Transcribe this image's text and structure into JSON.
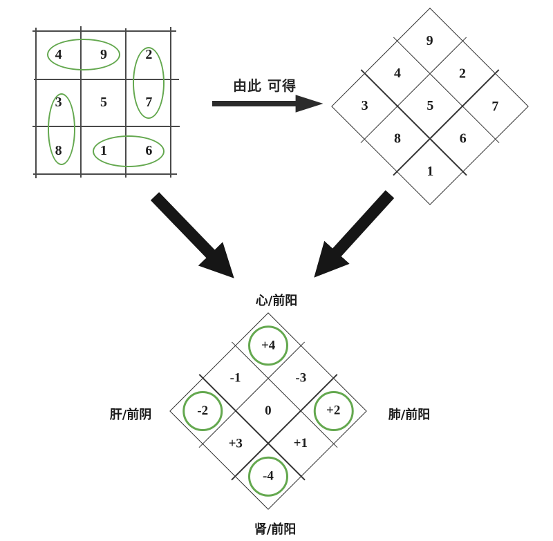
{
  "colors": {
    "highlight_green": "#64a84f",
    "grid_line": "#4a4a4a",
    "diamond_line": "#333333",
    "arrow_black": "#161616",
    "text_color": "#1c1c1c"
  },
  "magic_square": {
    "rows": [
      [
        "4",
        "9",
        "2"
      ],
      [
        "3",
        "5",
        "7"
      ],
      [
        "8",
        "1",
        "6"
      ]
    ],
    "circled_pairs": [
      "4-9",
      "2-7",
      "3-8",
      "1-6"
    ]
  },
  "transform_arrow": {
    "label": "由此 可得"
  },
  "rotated_square": {
    "display_rows": [
      [
        "9",
        "2",
        "7"
      ],
      [
        "4",
        "5",
        "6"
      ],
      [
        "3",
        "8",
        "1"
      ]
    ],
    "reading_top_to_bottom": [
      [
        "9"
      ],
      [
        "4",
        "2"
      ],
      [
        "3",
        "5",
        "7"
      ],
      [
        "8",
        "6"
      ],
      [
        "1"
      ]
    ]
  },
  "difference_diamond": {
    "display_rows": [
      [
        "+4",
        "-3",
        "+2"
      ],
      [
        "-1",
        "0",
        "+1"
      ],
      [
        "-2",
        "+3",
        "-4"
      ]
    ],
    "reading_top_to_bottom": [
      [
        "+4"
      ],
      [
        "-1",
        "-3"
      ],
      [
        "-2",
        "0",
        "+2"
      ],
      [
        "+3",
        "+1"
      ],
      [
        "-4"
      ]
    ],
    "circled_values": [
      "+4",
      "-2",
      "+2",
      "-4"
    ],
    "labels": {
      "top": "心/前阳",
      "left": "肝/前阴",
      "right": "肺/前阳",
      "bottom": "肾/前阳"
    }
  }
}
